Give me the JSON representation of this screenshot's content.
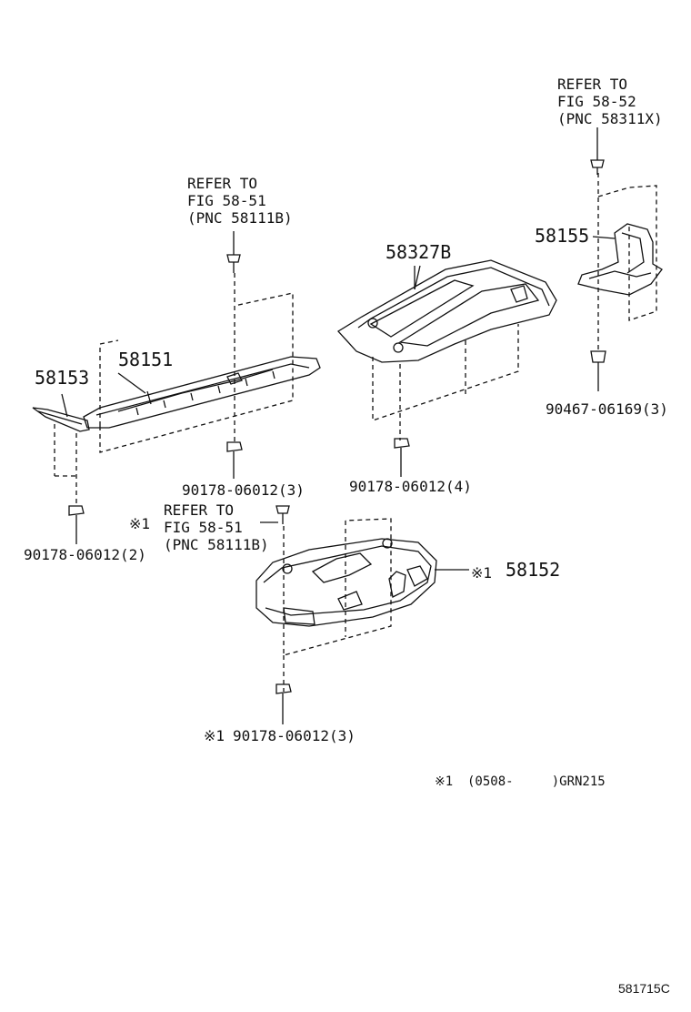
{
  "labels": {
    "ref_5851_a": [
      "REFER TO",
      "FIG 58-51",
      "(PNC 58111B)"
    ],
    "ref_5852": [
      "REFER TO",
      "FIG 58-52",
      "(PNC 58311X)"
    ],
    "ref_5851_b": [
      "REFER TO",
      "FIG 58-51",
      "(PNC 58111B)"
    ],
    "p58153": "58153",
    "p58151": "58151",
    "p58327B": "58327B",
    "p58155": "58155",
    "p58152": "58152",
    "mark1": "※1",
    "mark1_b": "※1",
    "mark1_c": "※1",
    "mark1_d": "※1",
    "bolt_2": "90178-06012(2)",
    "bolt_3a": "90178-06012(3)",
    "bolt_4": "90178-06012(4)",
    "bolt_3b": "90178-06012(3)",
    "clip_3": "90467-06169(3)",
    "footnote_range": "(0508-     )GRN215",
    "drawing_no": "581715C"
  }
}
